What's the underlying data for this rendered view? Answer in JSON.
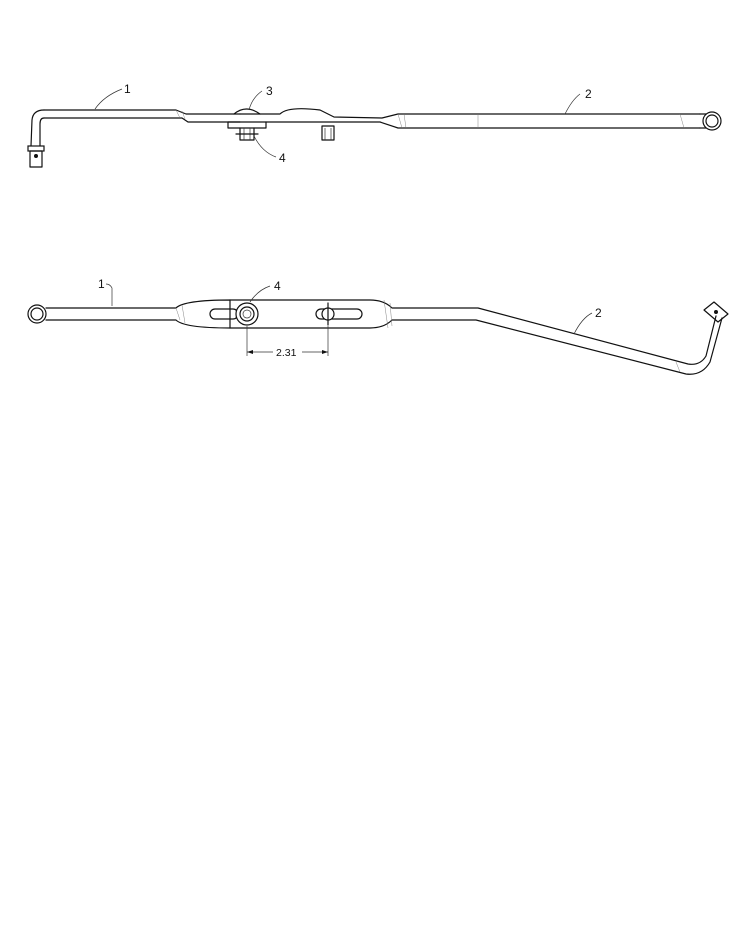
{
  "top_view": {
    "callouts": [
      {
        "id": "callout-1",
        "text": "1"
      },
      {
        "id": "callout-2",
        "text": "2"
      },
      {
        "id": "callout-3",
        "text": "3"
      },
      {
        "id": "callout-4",
        "text": "4"
      }
    ]
  },
  "side_view": {
    "callouts": [
      {
        "id": "callout-1",
        "text": "1"
      },
      {
        "id": "callout-2",
        "text": "2"
      },
      {
        "id": "callout-4",
        "text": "4"
      }
    ],
    "dimension": "2.31"
  },
  "colors": {
    "line": "#111111",
    "background": "#ffffff"
  }
}
